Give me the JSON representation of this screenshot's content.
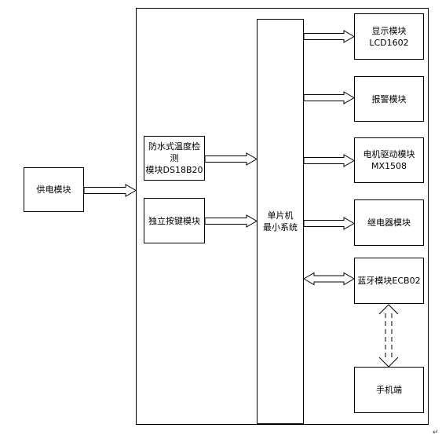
{
  "modules": {
    "power": "供电模块",
    "temp_line1": "防水式温度检测",
    "temp_line2": "模块DS18B20",
    "key": "独立按键模块",
    "mcu_line1": "单片机",
    "mcu_line2": "最小系统",
    "lcd": "显示模块LCD1602",
    "alarm": "报警模块",
    "motor_line1": "电机驱动模块",
    "motor_line2": "MX1508",
    "relay": "继电器模块",
    "bt": "蓝牙模块ECB02",
    "phone": "手机端"
  },
  "paragraph_mark": "↵"
}
